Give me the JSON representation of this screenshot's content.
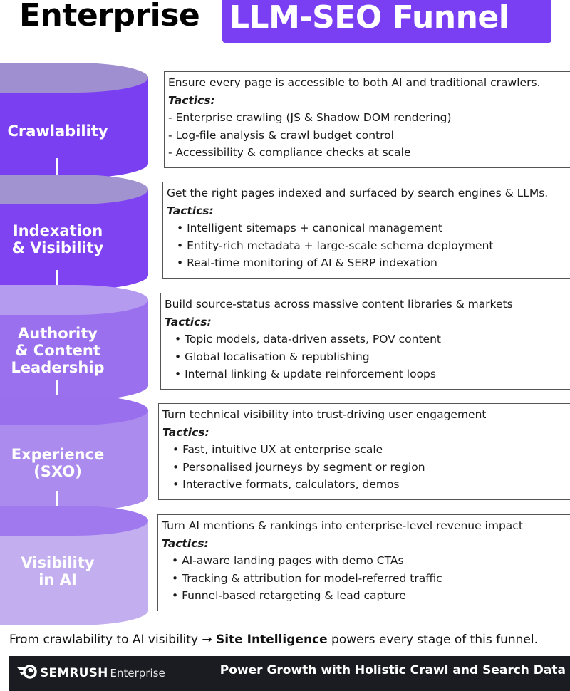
{
  "header": {
    "title_plain": "Enterprise",
    "title_highlight": "LLM-SEO Funnel",
    "highlight_color": "#7a3ff2"
  },
  "stages": [
    {
      "label_lines": [
        "Crawlability"
      ],
      "color_body": "#7b3ff2",
      "color_top": "#a08fd0",
      "intro": "Ensure every page is accessible to both AI and traditional crawlers.",
      "tactics_label": "Tactics:",
      "bullet_style": "dash",
      "tactics": [
        "- Enterprise crawling (JS & Shadow DOM rendering)",
        "- Log-file analysis & crawl budget control",
        "- Accessibility & compliance checks at scale"
      ]
    },
    {
      "label_lines": [
        "Indexation",
        "& Visibility"
      ],
      "color_body": "#7f43f2",
      "color_top": "#a193cf",
      "intro": "Get the right pages indexed and surfaced by search engines & LLMs.",
      "tactics_label": "Tactics:",
      "bullet_style": "dot",
      "tactics": [
        "• Intelligent sitemaps + canonical management",
        "• Entity-rich metadata + large-scale schema deployment",
        "• Real-time monitoring of AI & SERP indexation"
      ]
    },
    {
      "label_lines": [
        "Authority",
        "& Content",
        "Leadership"
      ],
      "color_body": "#9a70ee",
      "color_top": "#b49bf0",
      "intro": "Build source-status across massive content libraries & markets",
      "tactics_label": "Tactics:",
      "bullet_style": "dot",
      "tactics": [
        "• Topic models, data-driven assets, POV content",
        "• Global localisation & republishing",
        "• Internal linking & update reinforcement loops"
      ]
    },
    {
      "label_lines": [
        "Experience",
        "(SXO)"
      ],
      "color_body": "#ab8bee",
      "color_top": "#9a6fee",
      "intro": "Turn technical visibility into trust-driving user engagement",
      "tactics_label": "Tactics:",
      "bullet_style": "dot",
      "tactics": [
        "• Fast, intuitive UX at enterprise scale",
        "• Personalised journeys by segment or region",
        "• Interactive formats, calculators, demos"
      ]
    },
    {
      "label_lines": [
        "Visibility",
        "in AI"
      ],
      "color_body": "#c3aff0",
      "color_top": "#a179ee",
      "intro": "Turn AI mentions & rankings into enterprise-level revenue impact",
      "tactics_label": "Tactics:",
      "bullet_style": "dot",
      "tactics": [
        "• AI-aware landing pages with demo CTAs",
        "• Tracking & attribution for model-referred traffic",
        "• Funnel-based retargeting & lead capture"
      ]
    }
  ],
  "footer": {
    "prefix": "From crawlability to AI visibility → ",
    "emphasis": "Site Intelligence",
    "suffix": " powers every stage of this funnel."
  },
  "brand_bar": {
    "logo_icon": "semrush-fireball-icon",
    "brand_name": "SEMRUSH",
    "brand_suffix": "Enterprise",
    "cta": "Power Growth with Holistic Crawl and Search Data"
  }
}
